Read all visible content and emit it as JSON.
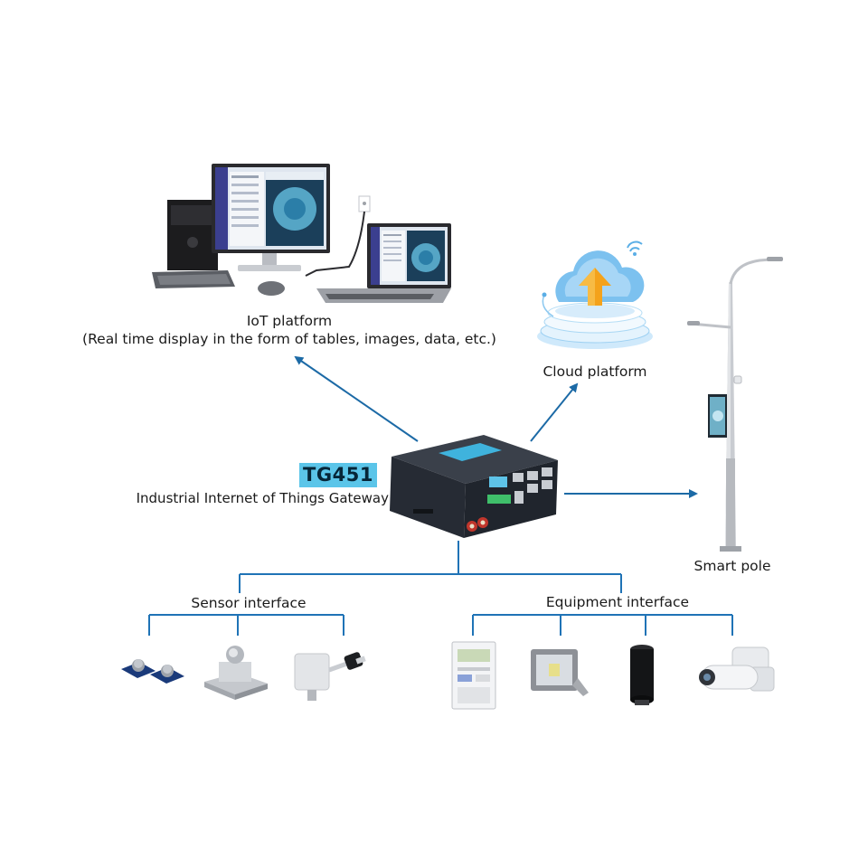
{
  "gateway": {
    "model": "TG451",
    "description": "Industrial Internet of Things Gateway"
  },
  "iot_platform": {
    "title": "IoT platform",
    "subtitle": "(Real time display in the form of tables, images, data, etc.)"
  },
  "cloud_platform": {
    "label": "Cloud platform"
  },
  "smart_pole": {
    "label": "Smart pole"
  },
  "sensor_interface": {
    "label": "Sensor interface",
    "devices": [
      "gas-sensor-modules",
      "load-cell-sensor",
      "duct-temperature-humidity-sensor"
    ]
  },
  "equipment_interface": {
    "label": "Equipment interface",
    "devices": [
      "electric-meter",
      "flood-light",
      "speaker",
      "ptz-camera"
    ]
  },
  "colors": {
    "arrow": "#1c6aa6",
    "branch": "#1f73b6",
    "gateway_highlight": "#5bc5e9",
    "gateway_body": "#262b34"
  }
}
